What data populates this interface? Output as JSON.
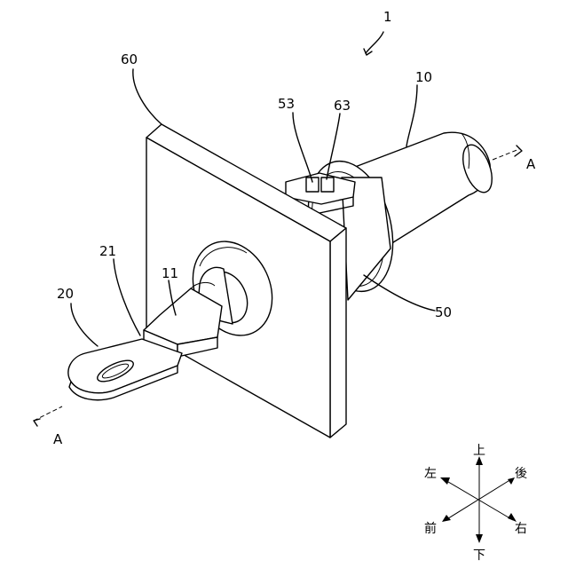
{
  "labels": {
    "assembly": "1",
    "panel": "60",
    "cable": "10",
    "clip": "53",
    "rib": "63",
    "holder": "50",
    "tab": "11",
    "joint": "21",
    "terminal": "20",
    "section_a_right": "A",
    "section_a_left": "A"
  },
  "directions": {
    "up": "上",
    "down": "下",
    "left": "左",
    "right": "右",
    "front": "前",
    "back": "後"
  }
}
